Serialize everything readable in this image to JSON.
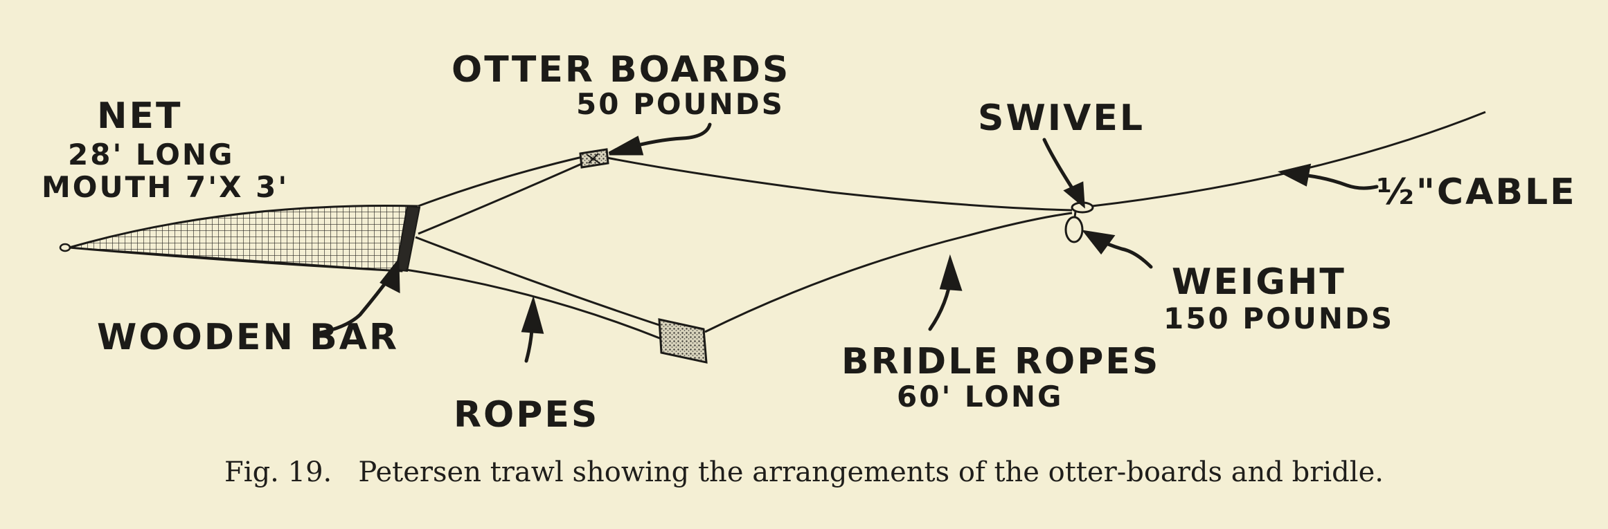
{
  "labels": {
    "net_title": "NET",
    "net_length": "28' LONG",
    "net_mouth": "MOUTH 7'X 3'",
    "otter_boards": "OTTER BOARDS",
    "otter_weight": "50 POUNDS",
    "swivel": "SWIVEL",
    "cable": "½\"CABLE",
    "weight_title": "WEIGHT",
    "weight_value": "150 POUNDS",
    "wooden_bar": "WOODEN BAR",
    "ropes": "ROPES",
    "bridle_ropes": "BRIDLE ROPES",
    "bridle_length": "60' LONG"
  },
  "caption": "Fig. 19.   Petersen trawl showing the arrangements of the otter-boards and bridle."
}
